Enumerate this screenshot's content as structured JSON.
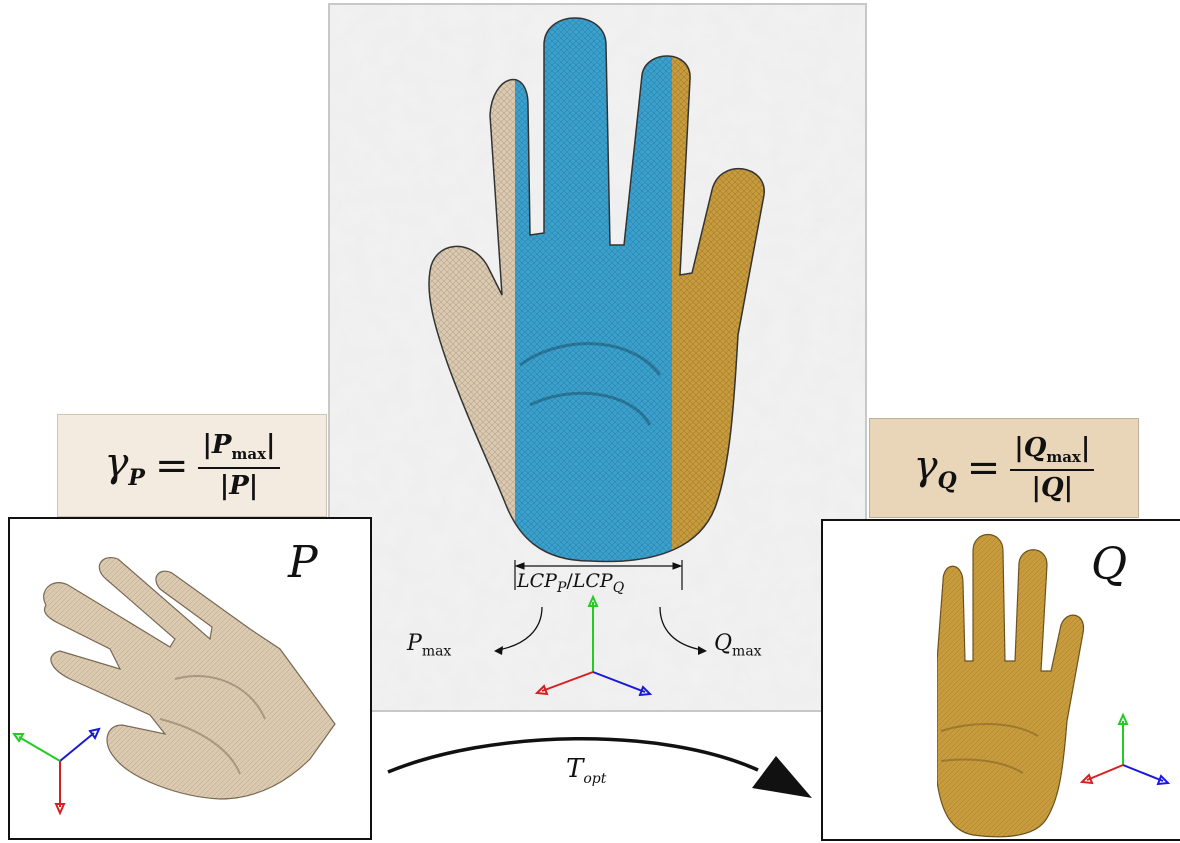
{
  "center": {
    "bracket_label": "LCP",
    "bracket_sub_p": "P",
    "bracket_sep": "/",
    "bracket_sub_q": "Q",
    "pmax_letter": "P",
    "pmax_sub": "max",
    "qmax_letter": "Q",
    "qmax_sub": "max"
  },
  "formula_p": {
    "gamma": "γ",
    "gamma_sub": "P",
    "equals": "=",
    "num_letter": "P",
    "num_sub": "max",
    "den_letter": "P"
  },
  "formula_q": {
    "gamma": "γ",
    "gamma_sub": "Q",
    "equals": "=",
    "num_letter": "Q",
    "num_sub": "max",
    "den_letter": "Q"
  },
  "panel_p": {
    "label": "P"
  },
  "panel_q": {
    "label": "Q"
  },
  "transform": {
    "letter": "T",
    "sub": "opt"
  },
  "colors": {
    "overlap_blue": "#3aa1cf",
    "p_only_beige": "#dccab0",
    "q_only_gold": "#c89b3c",
    "axis_x": "#1a1ad6",
    "axis_y": "#22cc22",
    "axis_z": "#d42020"
  }
}
